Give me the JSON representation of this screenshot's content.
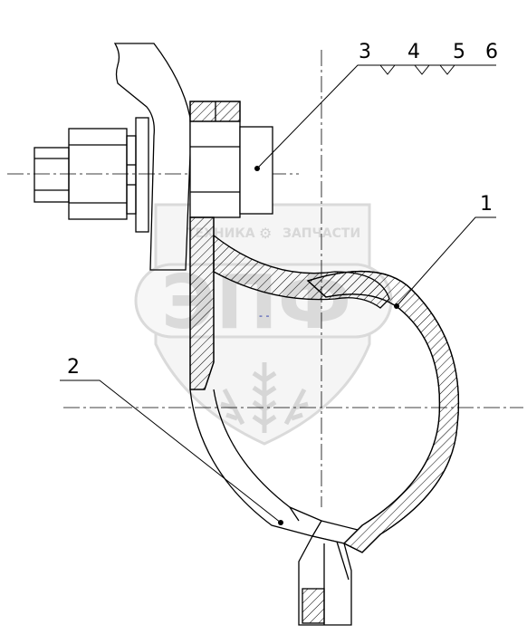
{
  "diagram": {
    "callouts": [
      {
        "id": "3",
        "label": "3"
      },
      {
        "id": "4",
        "label": "4"
      },
      {
        "id": "5",
        "label": "5"
      },
      {
        "id": "6",
        "label": "6"
      },
      {
        "id": "1",
        "label": "1"
      },
      {
        "id": "2",
        "label": "2"
      }
    ]
  },
  "watermark": {
    "brand_left": "ТЕХНИКА",
    "brand_right": "ЗАПЧАСТИ",
    "logo_letters": "ЭПФ"
  },
  "colors": {
    "line": "#000000",
    "watermark": "#d4d4d4",
    "background": "#ffffff"
  }
}
